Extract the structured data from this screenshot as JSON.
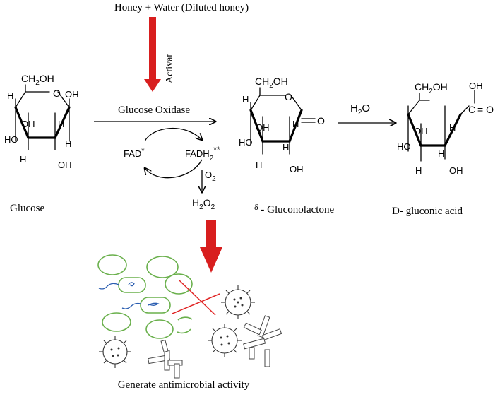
{
  "top_label": "Honey + Water (Diluted honey)",
  "activat_label": "Activat",
  "enzyme_label": "Glucose Oxidase",
  "h2o_label": "H",
  "h2o_sub": "2",
  "h2o_tail": "O",
  "fad_label": "FAD",
  "fad_sup": "*",
  "fadh2_label": "FADH",
  "fadh2_sub": "2",
  "fadh2_sup": "**",
  "o2_label": "O",
  "o2_sub": "2",
  "h2o2_label": "H",
  "h2o2_sub1": "2",
  "h2o2_mid": "O",
  "h2o2_sub2": "2",
  "glucose_label": "Glucose",
  "gluconolactone_delta": "δ",
  "gluconolactone_label": " - Gluconolactone",
  "gluconic_acid_label": "D- gluconic acid",
  "bottom_label": "Generate antimicrobial activity",
  "glucose_struct": {
    "ch2oh": "CH",
    "ch2oh_sub": "2",
    "ch2oh_tail": "OH",
    "labels": [
      "H",
      "O",
      "OH",
      "OH",
      "H",
      "HO",
      "H",
      "H",
      "OH"
    ]
  },
  "lactone_struct": {
    "ch2oh": "CH",
    "ch2oh_sub": "2",
    "ch2oh_tail": "OH",
    "labels": [
      "H",
      "O",
      "OH",
      "H",
      "O",
      "HO",
      "H",
      "H",
      "OH"
    ]
  },
  "acid_struct": {
    "ch2oh": "CH",
    "ch2oh_sub": "2",
    "ch2oh_tail": "OH",
    "labels": [
      "OH",
      "C",
      "= O",
      "H",
      "OH",
      "HO",
      "H",
      "H",
      "OH"
    ]
  },
  "colors": {
    "arrow_red": "#d81e1e",
    "cell_green": "#6ab04c",
    "flagella_blue": "#2a5db0",
    "cross_red": "#e02424"
  }
}
